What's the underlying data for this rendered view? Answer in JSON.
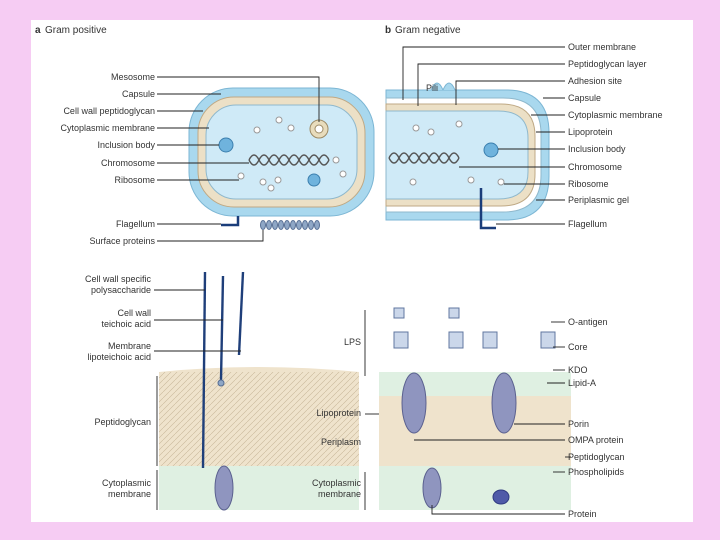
{
  "panel_a": {
    "letter": "a",
    "title": "Gram positive",
    "cell_labels": [
      "Mesosome",
      "Capsule",
      "Cell wall peptidoglycan",
      "Cytoplasmic membrane",
      "Inclusion body",
      "Chromosome",
      "Ribosome"
    ],
    "lower_labels": [
      "Flagellum",
      "Surface proteins"
    ],
    "wall_labels": {
      "polysaccharide": [
        "Cell wall specific",
        "polysaccharide"
      ],
      "teichoic": [
        "Cell wall",
        "teichoic acid"
      ],
      "lipoteichoic": [
        "Membrane",
        "lipoteichoic acid"
      ],
      "peptidoglycan": "Peptidoglycan",
      "membrane": [
        "Cytoplasmic",
        "membrane"
      ]
    }
  },
  "panel_b": {
    "letter": "b",
    "title": "Gram negative",
    "pili_label": "Pili",
    "cell_labels": [
      "Outer membrane",
      "Peptidoglycan layer",
      "Adhesion site",
      "Capsule",
      "Cytoplasmic membrane",
      "Lipoprotein",
      "Inclusion body",
      "Chromosome",
      "Ribosome",
      "Periplasmic gel",
      "Flagellum"
    ],
    "wall_left_labels": {
      "lps": "LPS",
      "lipoprotein": "Lipoprotein",
      "periplasm": "Periplasm",
      "membrane": [
        "Cytoplasmic",
        "membrane"
      ]
    },
    "wall_right_labels": [
      "O-antigen",
      "Core",
      "KDO",
      "Lipid-A",
      "Porin",
      "OMPA protein",
      "Peptidoglycan",
      "Phospholipids",
      "Protein"
    ]
  }
}
